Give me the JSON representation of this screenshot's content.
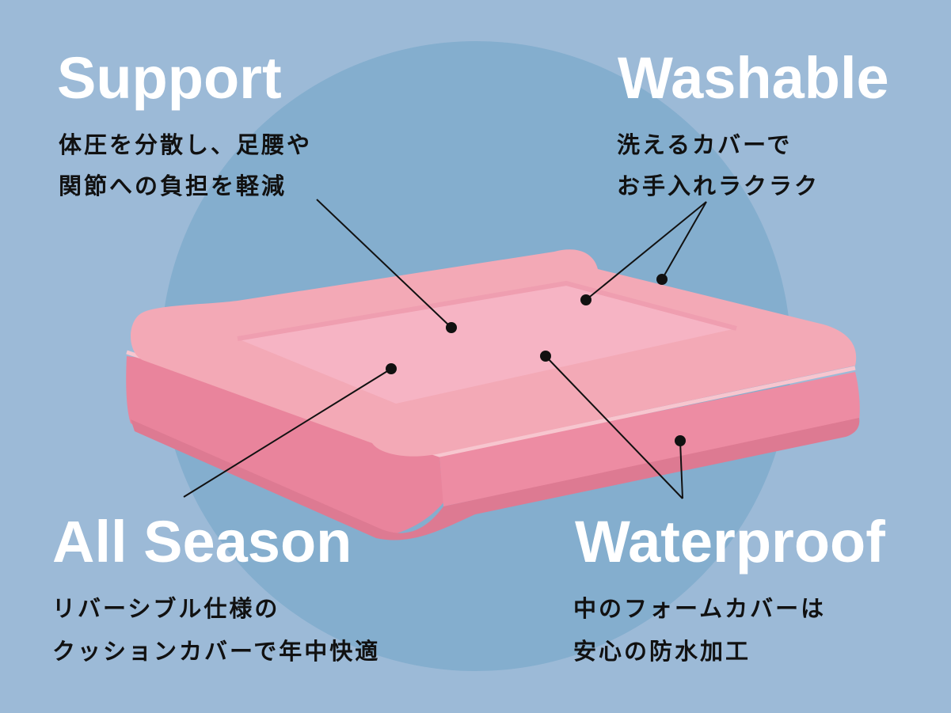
{
  "product": {
    "name": "pet-bed",
    "color_top": "#f3a9b6",
    "color_side": "#ec8aa1",
    "color_surface": "#f6b4c4"
  },
  "features": {
    "support": {
      "title": "Support",
      "line1": "体圧を分散し、足腰や",
      "line2": "関節への負担を軽減"
    },
    "washable": {
      "title": "Washable",
      "line1": "洗えるカバーで",
      "line2": "お手入れラクラク"
    },
    "all_season": {
      "title": "All Season",
      "line1": "リバーシブル仕様の",
      "line2": "クッションカバーで年中快適"
    },
    "waterproof": {
      "title": "Waterproof",
      "line1": "中のフォームカバーは",
      "line2": "安心の防水加工"
    }
  },
  "colors": {
    "background": "#9cbad7",
    "circle": "#84aece",
    "title_text": "#ffffff",
    "desc_text": "#111111"
  }
}
